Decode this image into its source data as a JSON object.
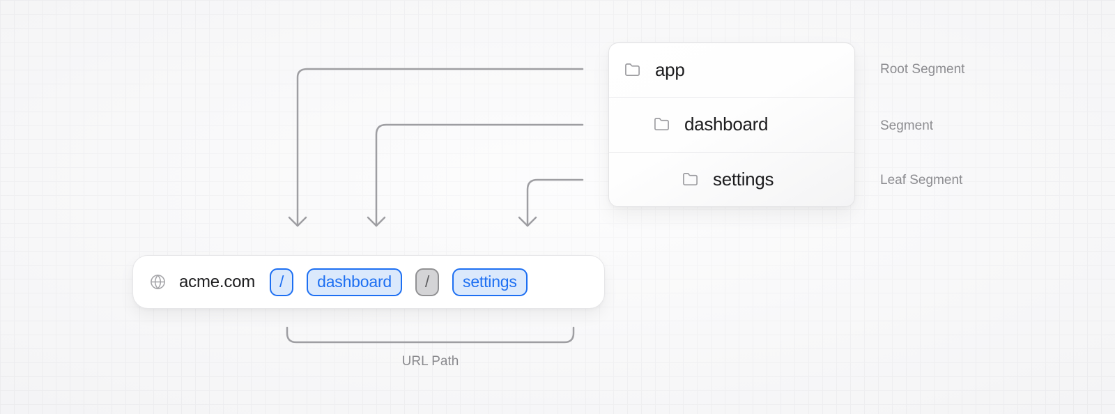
{
  "diagram_title": "route-segments-to-url-path-mapping",
  "folder_tree": {
    "items": [
      {
        "name": "app",
        "depth": 0,
        "annotation": "Root Segment"
      },
      {
        "name": "dashboard",
        "depth": 1,
        "annotation": "Segment"
      },
      {
        "name": "settings",
        "depth": 2,
        "annotation": "Leaf Segment"
      }
    ],
    "icon": "folder-icon"
  },
  "url_bar": {
    "icon": "globe-icon",
    "domain": "acme.com",
    "segments": [
      {
        "text": "/",
        "style": "blue"
      },
      {
        "text": "dashboard",
        "style": "blue"
      },
      {
        "text": "/",
        "style": "gray"
      },
      {
        "text": "settings",
        "style": "blue"
      }
    ]
  },
  "annotations": {
    "url_path_label": "URL Path"
  },
  "colors": {
    "accent_blue": "#1d6ff2",
    "chip_blue_bg": "#dbe9fc",
    "chip_gray_border": "#919193",
    "chip_gray_bg": "#d4d4d6",
    "connector_gray": "#9e9ea2",
    "label_gray": "#8c8c90",
    "text_dark": "#1c1c1e",
    "canvas_bg": "#fafafb"
  }
}
